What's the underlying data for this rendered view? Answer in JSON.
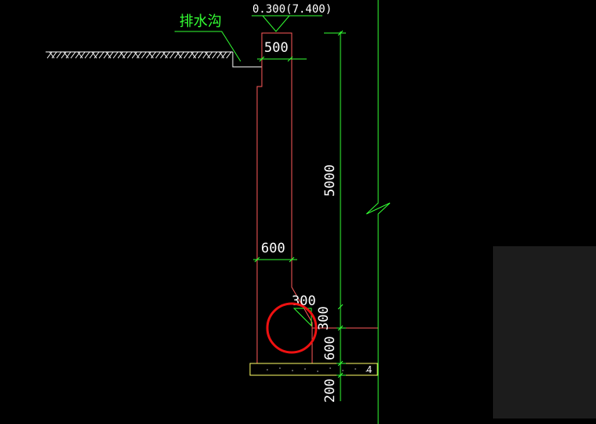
{
  "labels": {
    "drain_note": "排水沟",
    "elevation": "0.300(7.400)",
    "dim_top_width": "500",
    "dim_height": "5000",
    "dim_bottom_width": "600",
    "dim_haunch_h": "300",
    "dim_haunch_v": "300",
    "dim_base": "600",
    "dim_slab": "200",
    "slab_mark": "4"
  },
  "colors": {
    "background": "#000000",
    "wall_line": "#ff5a5a",
    "dimension_line": "#33ff33",
    "ground_hatch": "#ffffff",
    "slab_outline": "#ffff66",
    "highlight_circle": "#ee1111",
    "panel": "#1c1c1c"
  }
}
